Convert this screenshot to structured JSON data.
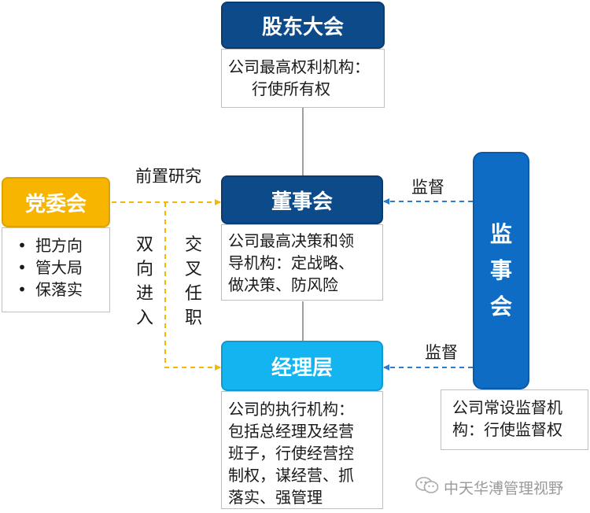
{
  "shareholders": {
    "title": "股东大会",
    "desc": [
      "公司最高权利机构：",
      "行使所有权"
    ]
  },
  "board": {
    "title": "董事会",
    "desc": [
      "公司最高决策和领",
      "导机构：定战略、",
      "做决策、防风险"
    ]
  },
  "management": {
    "title": "经理层",
    "desc": [
      "公司的执行机构：",
      "包括总经理及经营",
      "班子，行使经营控",
      "制权，谋经营、抓",
      "落实、强管理"
    ]
  },
  "party": {
    "title": "党委会",
    "items": [
      "把方向",
      "管大局",
      "保落实"
    ]
  },
  "supervisory": {
    "title": "监事会",
    "desc": [
      "公司常设监督机",
      "构：行使监督权"
    ]
  },
  "labels": {
    "pre_research": "前置研究",
    "two_way_entry": "双向进入",
    "cross_appointment": "交叉任职",
    "supervise_board": "监督",
    "supervise_management": "监督"
  },
  "watermark": "中天华溥管理视野",
  "colors": {
    "navy": "#0d4a8a",
    "gold": "#f7b500",
    "sky": "#14b4f0",
    "blue": "#0f6cc4",
    "dashed_gold": "#f5b800",
    "dashed_blue": "#2e7cc8",
    "line_gray": "#7f7f7f"
  }
}
